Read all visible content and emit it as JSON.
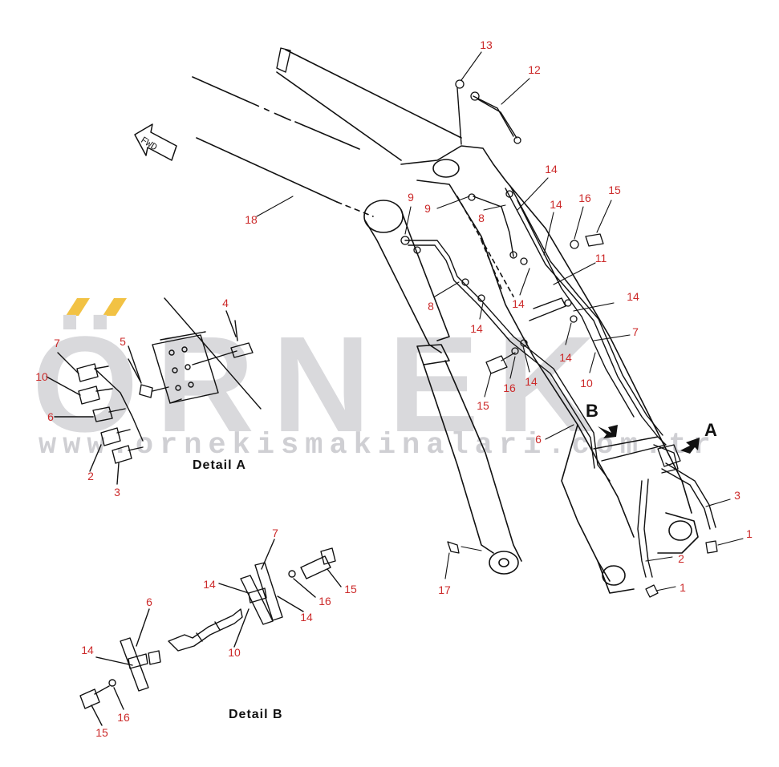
{
  "watermark": {
    "brand": "ÖRNEK",
    "url": "www.ornekismakinalari.com.tr",
    "accent_color": "#f2c244",
    "text_color": "#d9d9dc"
  },
  "arrow": {
    "text": "FWD"
  },
  "details": {
    "detail_a": "Detail  A",
    "detail_b": "Detail  B"
  },
  "views": {
    "a": "A",
    "b": "B"
  },
  "callouts": [
    {
      "text": "13"
    },
    {
      "text": "12"
    },
    {
      "text": "14"
    },
    {
      "text": "16"
    },
    {
      "text": "15"
    },
    {
      "text": "9"
    },
    {
      "text": "9"
    },
    {
      "text": "8"
    },
    {
      "text": "14"
    },
    {
      "text": "11"
    },
    {
      "text": "18"
    },
    {
      "text": "14"
    },
    {
      "text": "14"
    },
    {
      "text": "8"
    },
    {
      "text": "14"
    },
    {
      "text": "7"
    },
    {
      "text": "14"
    },
    {
      "text": "10"
    },
    {
      "text": "14"
    },
    {
      "text": "16"
    },
    {
      "text": "15"
    },
    {
      "text": "6"
    },
    {
      "text": "4"
    },
    {
      "text": "7"
    },
    {
      "text": "5"
    },
    {
      "text": "10"
    },
    {
      "text": "6"
    },
    {
      "text": "2"
    },
    {
      "text": "3"
    },
    {
      "text": "3"
    },
    {
      "text": "1"
    },
    {
      "text": "2"
    },
    {
      "text": "1"
    },
    {
      "text": "17"
    },
    {
      "text": "7"
    },
    {
      "text": "14"
    },
    {
      "text": "15"
    },
    {
      "text": "16"
    },
    {
      "text": "14"
    },
    {
      "text": "6"
    },
    {
      "text": "10"
    },
    {
      "text": "14"
    },
    {
      "text": "16"
    },
    {
      "text": "15"
    }
  ]
}
